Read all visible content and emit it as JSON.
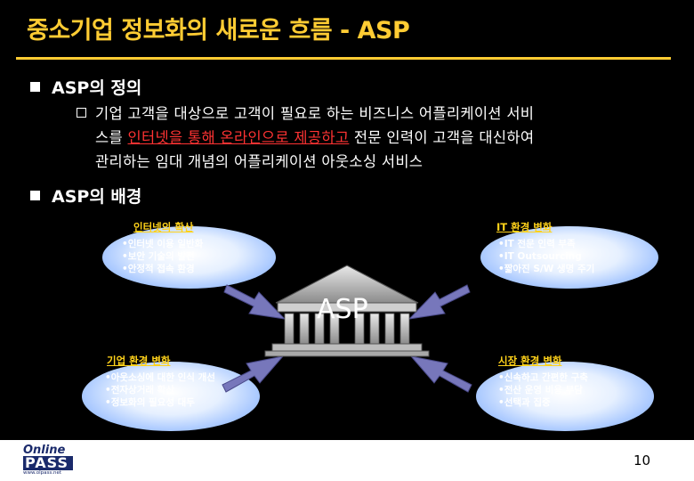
{
  "title": "중소기업 정보화의 새로운 흐름 - ASP",
  "section1": {
    "heading": "ASP의 정의",
    "line1": "기업 고객을 대상으로 고객이 필요로 하는 비즈니스 어플리케이션 서비",
    "line2_pre": "스를 ",
    "line2_hl": "인터넷을 통해 온라인으로 제공하고",
    "line2_post": " 전문 인력이 고객을 대신하여",
    "line3": "관리하는 임대 개념의 어플리케이션 아웃소싱 서비스"
  },
  "section2": {
    "heading": "ASP의 배경"
  },
  "diagram": {
    "center_label": "ASP",
    "top_left": {
      "title": "인터넷의 확산",
      "items": [
        "•인터넷 이용 일반화",
        "•보안 기술의 발전",
        "•안정적 접속 환경"
      ]
    },
    "top_right": {
      "title": "IT 환경 변화",
      "items": [
        "•IT 전문 인력 부족",
        "•IT Outsourcing",
        "•짧아진 S/W 생명 주기"
      ]
    },
    "bottom_left": {
      "title": "기업 환경 변화",
      "items": [
        "•아웃소싱에 대한 인식 개선",
        "•전자상거래 확산",
        "•정보화의 필요성 대두"
      ]
    },
    "bottom_right": {
      "title": "시장 환경 변화",
      "items": [
        "•신속하고 간편한 구축",
        "•전산 운영 비용 부담",
        "•선택과 집중"
      ]
    },
    "colors": {
      "tag": "#ffd21a",
      "ellipse": "#9fc2ff",
      "arrow": "#7777bb",
      "building": "#b9b9b9"
    }
  },
  "footer": {
    "logo_text_1": "Online",
    "logo_text_2": "PASS",
    "logo_url": "www.olpass.net",
    "page_number": "10"
  },
  "colors": {
    "title": "#ffcc33",
    "highlight": "#ff3333",
    "background": "#000000"
  }
}
